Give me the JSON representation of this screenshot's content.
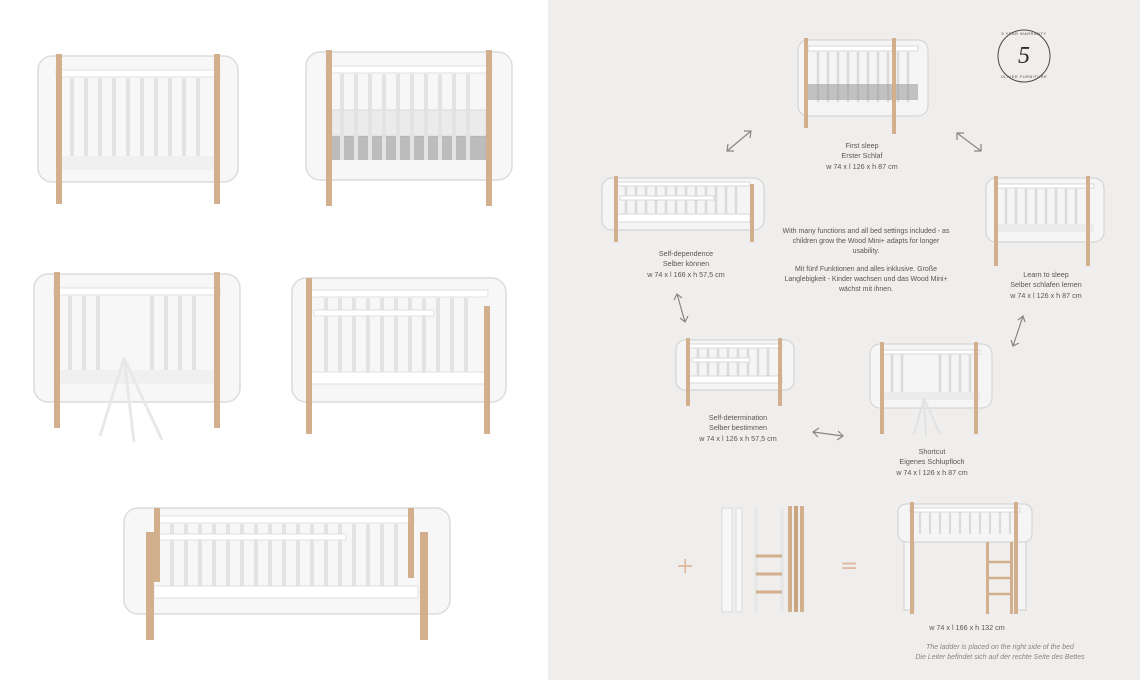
{
  "badge": {
    "number": "5",
    "top_text": "5 YEAR WARRANTY",
    "bottom_text": "OLIVER FURNITURE"
  },
  "cycle": {
    "first_sleep": {
      "en": "First sleep",
      "de": "Erster Schlaf",
      "dims": "w 74 x l 126 x h 87 cm"
    },
    "learn_to_sleep": {
      "en": "Learn to sleep",
      "de": "Selber schlafen lernen",
      "dims": "w 74 x l 126 x h 87 cm"
    },
    "shortcut": {
      "en": "Shortcut",
      "de": "Eigenes Schlupfloch",
      "dims": "w 74 x l 126 x h 87 cm"
    },
    "self_determination": {
      "en": "Self-determination",
      "de": "Selber bestimmen",
      "dims": "w 74 x l 126 x h 57,5 cm"
    },
    "self_dependence": {
      "en": "Self-dependence",
      "de": "Selber können",
      "dims": "w 74 x l 166 x h 57,5 cm"
    }
  },
  "center_text": {
    "en": "With many functions and all bed settings included - as children grow the Wood Mini+ adapts for longer usability.",
    "de": "Mit fünf Funktionen and alles inklusive. Große Langlebigkeit - Kinder wachsen und das Wood Mini+ wächst mit ihnen."
  },
  "equation": {
    "plus": "+",
    "equals": "=",
    "result_dims": "w 74 x l 166 x h 132 cm"
  },
  "footnote": {
    "en": "The ladder is placed on the right side of the bed",
    "de": "Die Leiter befindet sich auf der rechte Seite des Bettes"
  },
  "colors": {
    "bed_white": "#ffffff",
    "oak": "#d2b08d",
    "panel_bg": "#efeeec",
    "accent_pink": "#e0b9a3",
    "text": "#5b5751"
  }
}
